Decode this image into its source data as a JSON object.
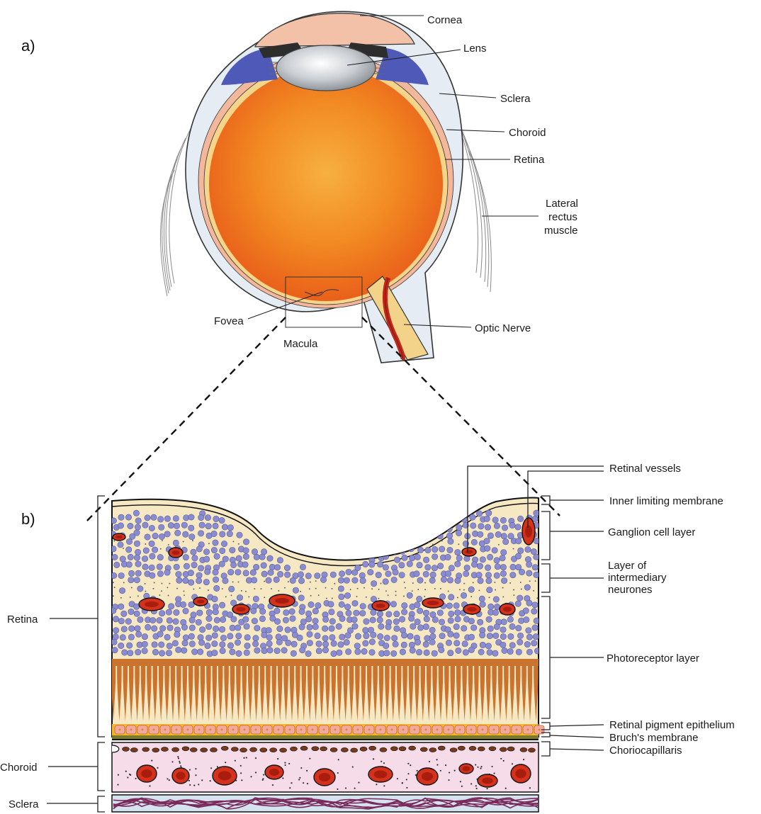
{
  "panels": {
    "a": "a)",
    "b": "b)"
  },
  "eye_labels": {
    "cornea": "Cornea",
    "lens": "Lens",
    "sclera": "Sclera",
    "choroid": "Choroid",
    "retina": "Retina",
    "lateral_rectus": [
      "Lateral",
      "rectus",
      "muscle"
    ],
    "fovea": "Fovea",
    "macula": "Macula",
    "optic_nerve": "Optic Nerve"
  },
  "layer_labels": {
    "retinal_vessels": "Retinal vessels",
    "inner_limiting_membrane": "Inner limiting membrane",
    "ganglion_cell_layer": "Ganglion cell layer",
    "intermediary": [
      "Layer of",
      "intermediary",
      "neurones"
    ],
    "photoreceptor_layer": "Photoreceptor layer",
    "retinal_pigment_epithelium": "Retinal pigment epithelium",
    "bruchs_membrane": "Bruch's membrane",
    "choriocapillaris": "Choriocapillaris"
  },
  "side_labels": {
    "retina": "Retina",
    "choroid": "Choroid",
    "sclera": "Sclera"
  },
  "colors": {
    "eyeball": "#f07a1c",
    "retina_band": "#f6d58a",
    "choroid_band": "#f3b89c",
    "sclera_band": "#e6ecf4",
    "ciliary": "#4f59b8",
    "nerve": "#f3d28a",
    "vessel": "#d4321c",
    "cell": "#8a8cd0",
    "tissue": "#f7e8c4",
    "photoreceptor": "#c9732e",
    "choroid_tissue": "#f6dbe8",
    "sclera_tissue": "#d4e3ef"
  }
}
